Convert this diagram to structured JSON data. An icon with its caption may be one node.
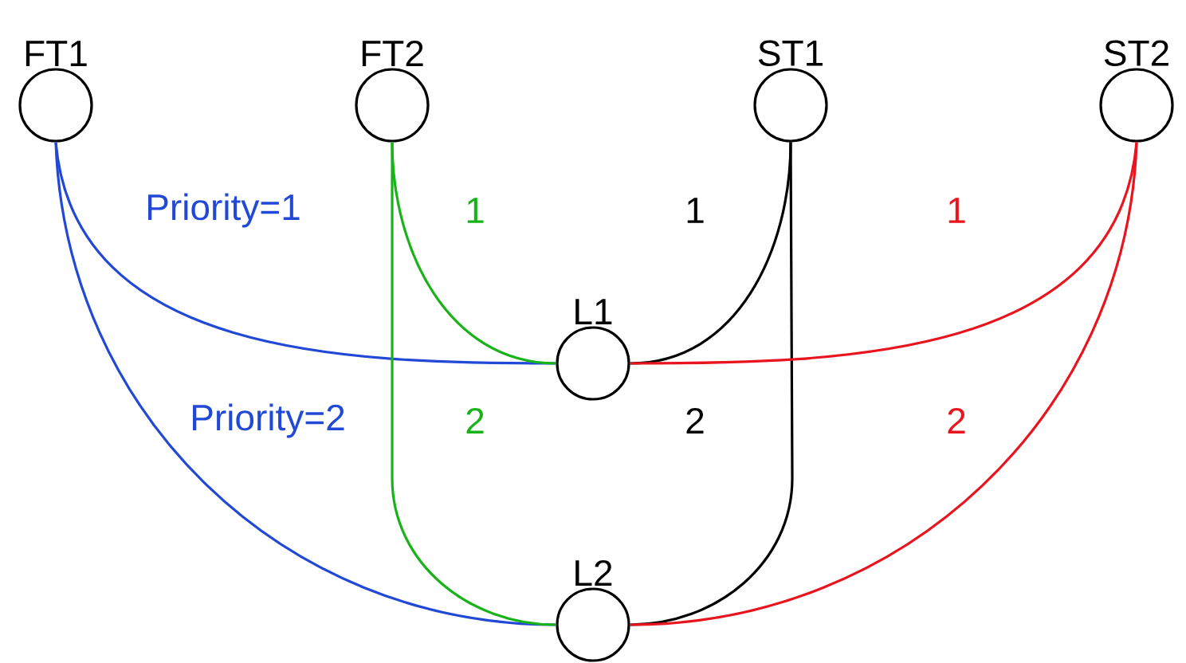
{
  "diagram": {
    "nodes": [
      {
        "text": [
          "FT1"
        ]
      },
      {
        "text": [
          "FT2"
        ]
      },
      {
        "text": [
          "ST1"
        ]
      },
      {
        "text": [
          "ST2"
        ]
      },
      {
        "text": [
          "L1"
        ]
      },
      {
        "text": [
          "L2"
        ]
      }
    ],
    "edges": [
      {
        "from": 0,
        "to": 4,
        "arrow": "none",
        "label": "Priority=1",
        "color": "#2149d6"
      },
      {
        "from": 0,
        "to": 5,
        "arrow": "none",
        "label": "Priority=2",
        "color": "#2149d6"
      },
      {
        "from": 1,
        "to": 4,
        "arrow": "none",
        "label": "1",
        "color": "#19b319"
      },
      {
        "from": 1,
        "to": 5,
        "arrow": "none",
        "label": "2",
        "color": "#19b319"
      },
      {
        "from": 2,
        "to": 4,
        "arrow": "none",
        "label": "1",
        "color": "#000000"
      },
      {
        "from": 2,
        "to": 5,
        "arrow": "none",
        "label": "2",
        "color": "#000000"
      },
      {
        "from": 3,
        "to": 4,
        "arrow": "none",
        "label": "1",
        "color": "#e8141e"
      },
      {
        "from": 3,
        "to": 5,
        "arrow": "none",
        "label": "2",
        "color": "#e8141e"
      }
    ]
  }
}
